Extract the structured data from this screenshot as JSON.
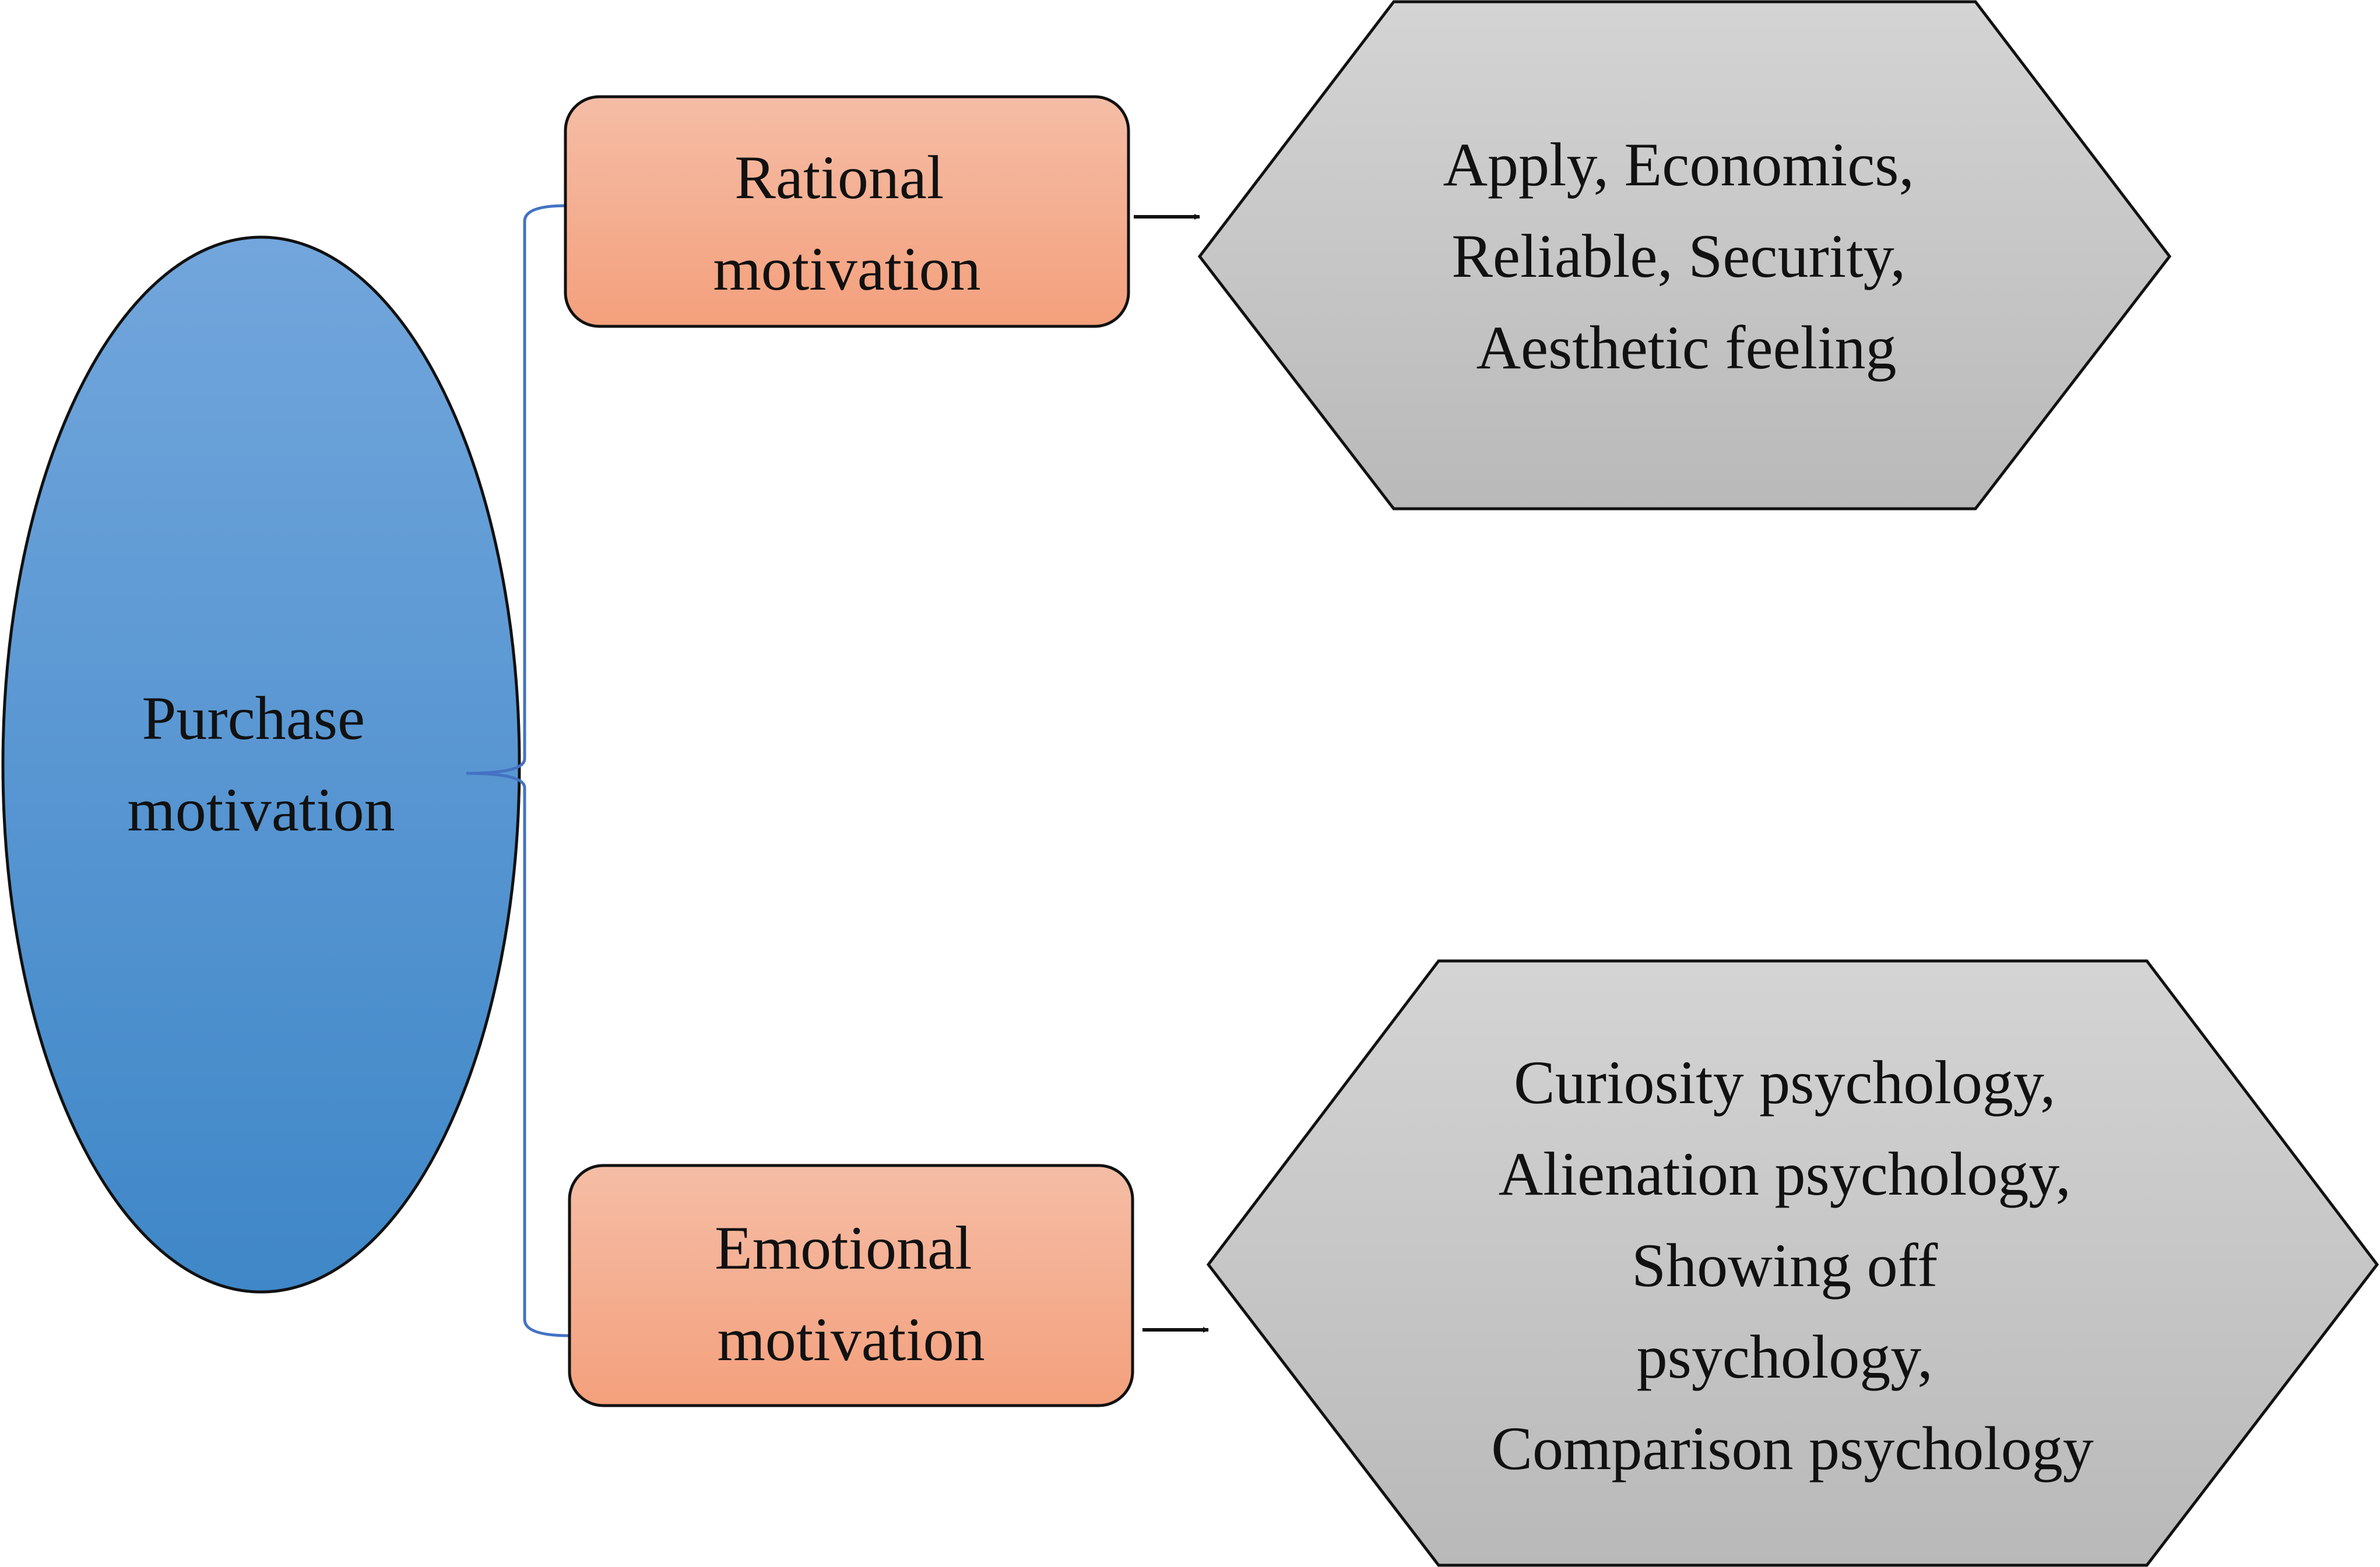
{
  "colors": {
    "root_fill_top": "#72a6dc",
    "root_fill_bottom": "#3f87c8",
    "category_fill_top": "#f5bda6",
    "category_fill_bottom": "#f4a07c",
    "detail_fill_top": "#d4d4d4",
    "detail_fill_bottom": "#b9b9b9",
    "bracket": "#4472c4",
    "outline": "#111111"
  },
  "root": {
    "label_lines": [
      "Purchase",
      "motivation"
    ]
  },
  "categories": [
    {
      "id": "rational",
      "label_lines": [
        "Rational",
        "motivation"
      ],
      "details_lines": [
        "Apply, Economics,",
        "Reliable, Security,",
        "Aesthetic feeling"
      ]
    },
    {
      "id": "emotional",
      "label_lines": [
        "Emotional",
        "motivation"
      ],
      "details_lines": [
        "Curiosity psychology,",
        "Alienation psychology,",
        "Showing off",
        "psychology,",
        "Comparison psychology"
      ]
    }
  ]
}
